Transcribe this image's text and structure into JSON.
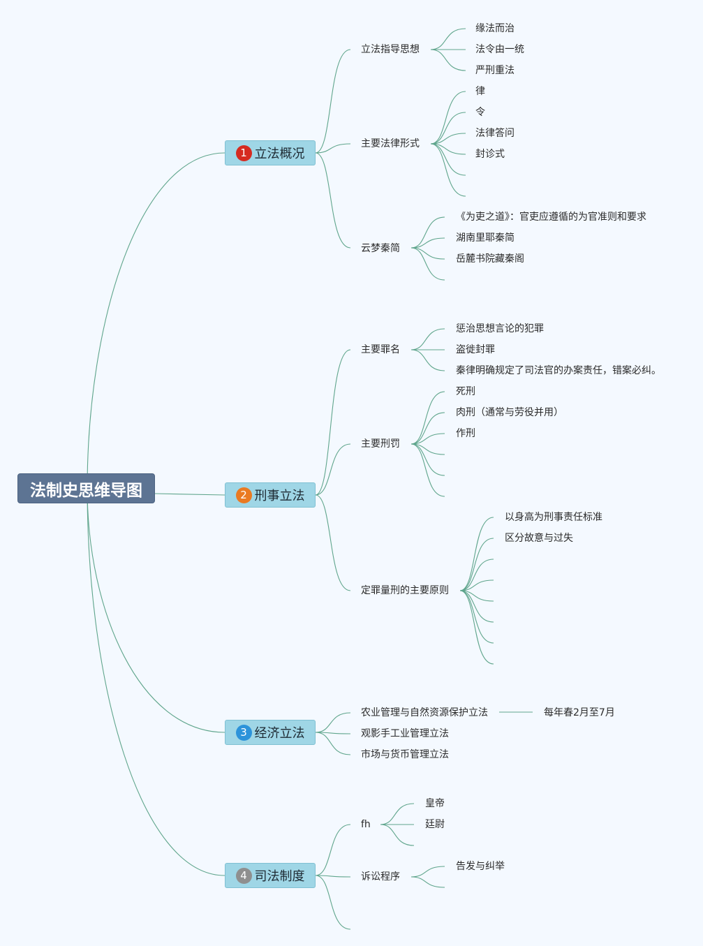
{
  "root": {
    "title": "法制史思维导图"
  },
  "colors": {
    "edge": "#5fa58c",
    "background": "#f4f9ff",
    "root_fill": "#5d7493",
    "branch_fill": "#9fd6e6"
  },
  "branches": [
    {
      "badge": "1",
      "badge_color": "#d62b20",
      "label": "立法概况",
      "children": [
        {
          "label": "立法指导思想",
          "children": [
            "缘法而治",
            "法令由一统",
            "严刑重法"
          ]
        },
        {
          "label": "主要法律形式",
          "children": [
            "律",
            "令",
            "法律答问",
            "封诊式"
          ]
        },
        {
          "label": "云梦秦简",
          "children": [
            "《为吏之道》：官吏应遵循的为官准则和要求",
            "湖南里耶秦简",
            "岳麓书院藏秦阁"
          ]
        }
      ]
    },
    {
      "badge": "2",
      "badge_color": "#ea7a22",
      "label": "刑事立法",
      "children": [
        {
          "label": "主要罪名",
          "children": [
            "惩治思想言论的犯罪",
            "盗徙封罪",
            "秦律明确规定了司法官的办案责任，错案必纠。"
          ]
        },
        {
          "label": "主要刑罚",
          "children": [
            "死刑",
            "肉刑（通常与劳役并用）",
            "作刑"
          ]
        },
        {
          "label": "定罪量刑的主要原则",
          "children": [
            "以身高为刑事责任标准",
            "区分故意与过失"
          ]
        }
      ]
    },
    {
      "badge": "3",
      "badge_color": "#2c93da",
      "label": "经济立法",
      "children": [
        {
          "label": "农业管理与自然资源保护立法",
          "children": [
            "每年春2月至7月"
          ]
        },
        {
          "label": "观影手工业管理立法",
          "children": []
        },
        {
          "label": "市场与货币管理立法",
          "children": []
        }
      ]
    },
    {
      "badge": "4",
      "badge_color": "#8f8f8f",
      "label": "司法制度",
      "children": [
        {
          "label": "fh",
          "children": [
            "皇帝",
            "廷尉"
          ]
        },
        {
          "label": "诉讼程序",
          "children": [
            "告发与纠举"
          ]
        }
      ]
    }
  ]
}
